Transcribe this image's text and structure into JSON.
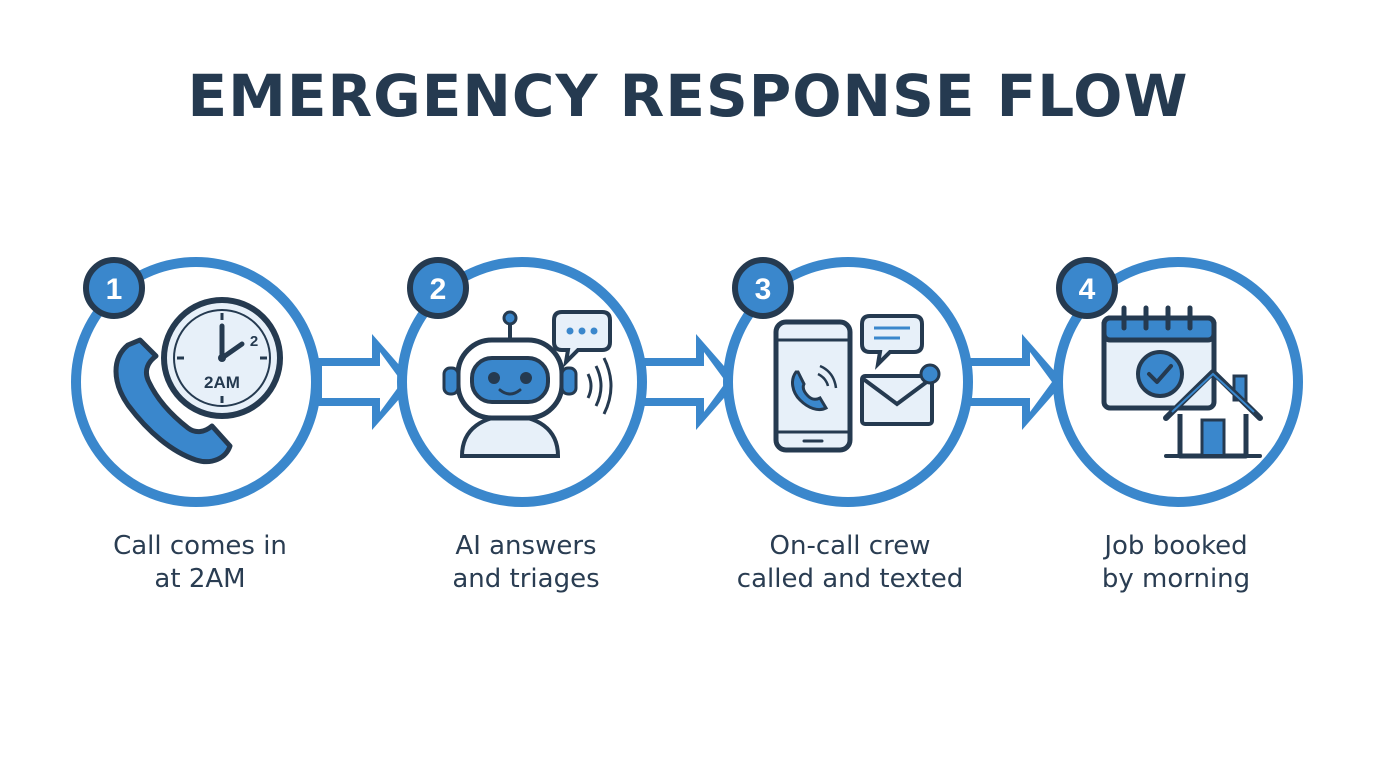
{
  "title": "EMERGENCY RESPONSE FLOW",
  "colors": {
    "accent": "#3a87cc",
    "dark": "#253a50",
    "light_fill": "#e7f0f9"
  },
  "steps": [
    {
      "number": "1",
      "icon": "phone-clock-icon",
      "clock_text": "2AM",
      "clock_number": "2",
      "label_line1": "Call comes in",
      "label_line2": "at 2AM"
    },
    {
      "number": "2",
      "icon": "robot-icon",
      "label_line1": "AI answers",
      "label_line2": "and triages"
    },
    {
      "number": "3",
      "icon": "phone-message-icon",
      "label_line1": "On-call crew",
      "label_line2": "called and texted"
    },
    {
      "number": "4",
      "icon": "calendar-house-icon",
      "label_line1": "Job booked",
      "label_line2": "by morning"
    }
  ]
}
